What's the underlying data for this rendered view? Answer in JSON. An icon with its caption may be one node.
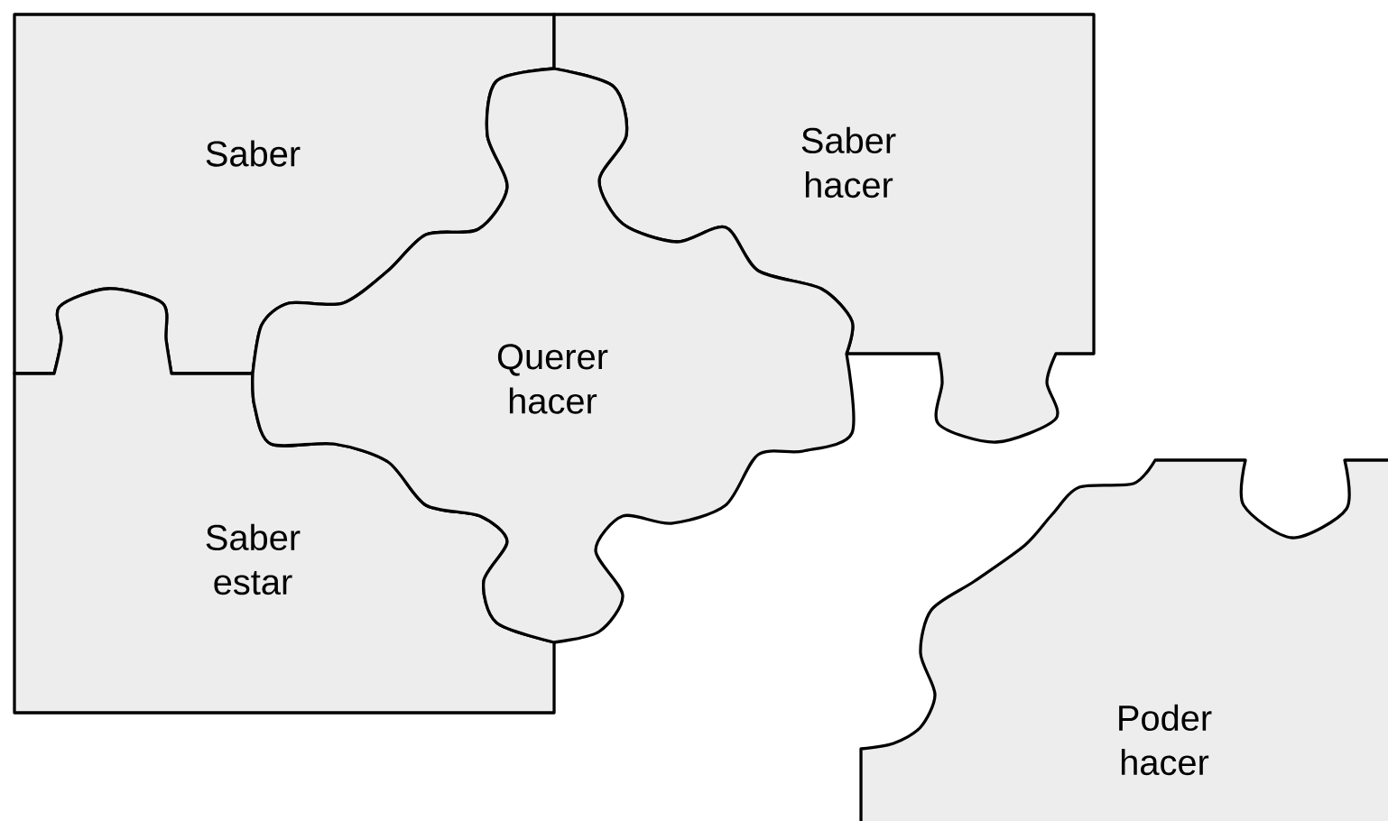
{
  "diagram": {
    "nodes": [
      {
        "text": [
          "Saber"
        ]
      },
      {
        "text": [
          "Saber hacer"
        ]
      },
      {
        "text": [
          "Querer hacer"
        ]
      },
      {
        "text": [
          "Saber estar"
        ]
      },
      {
        "text": [
          "Poder hacer"
        ]
      }
    ]
  }
}
